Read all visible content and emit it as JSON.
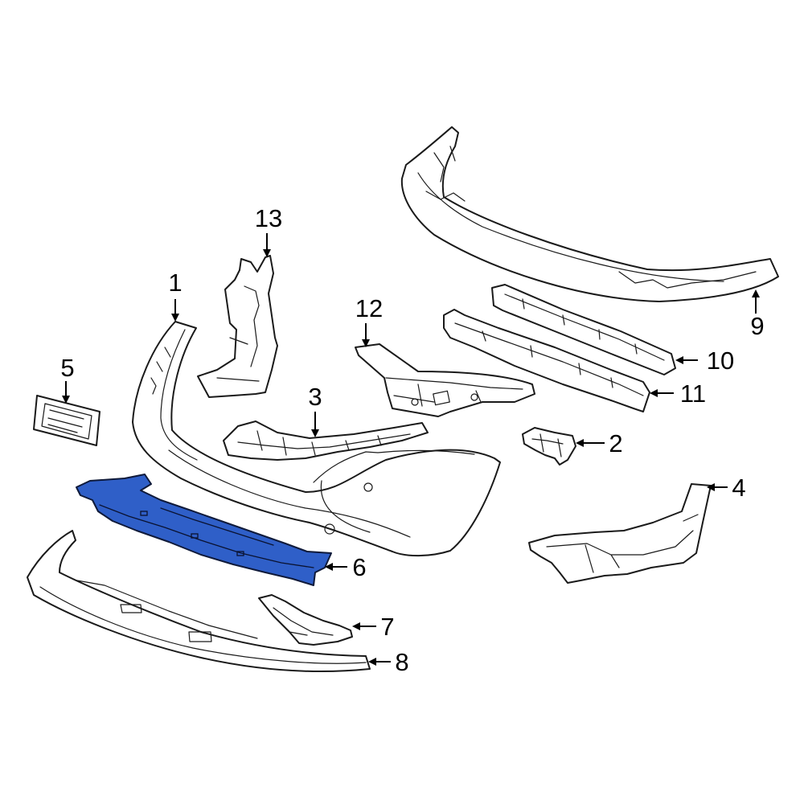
{
  "highlight_color": "#2f5fc8",
  "callouts": {
    "c1": "1",
    "c2": "2",
    "c3": "3",
    "c4": "4",
    "c5": "5",
    "c6": "6",
    "c7": "7",
    "c8": "8",
    "c9": "9",
    "c10": "10",
    "c11": "11",
    "c12": "12",
    "c13": "13"
  }
}
